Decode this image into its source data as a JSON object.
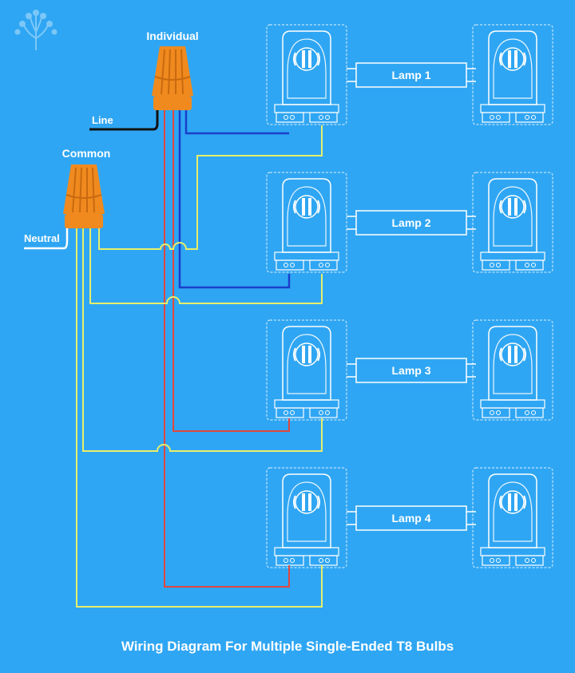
{
  "diagram": {
    "labels": {
      "individual": "Individual",
      "common": "Common",
      "line": "Line",
      "neutral": "Neutral"
    },
    "lamps": [
      "Lamp 1",
      "Lamp 2",
      "Lamp 3",
      "Lamp 4"
    ],
    "caption": "Wiring Diagram For Multiple Single-Ended T8 Bulbs",
    "colors": {
      "background": "#2FA6F3",
      "wire_hot_blue": "#1A3FCB",
      "wire_hot_red": "#E0473E",
      "wire_neutral_yellow": "#E8EE6A",
      "wire_black": "#111111",
      "connector": "#F08A1E",
      "outline": "#FFFFFF"
    }
  }
}
